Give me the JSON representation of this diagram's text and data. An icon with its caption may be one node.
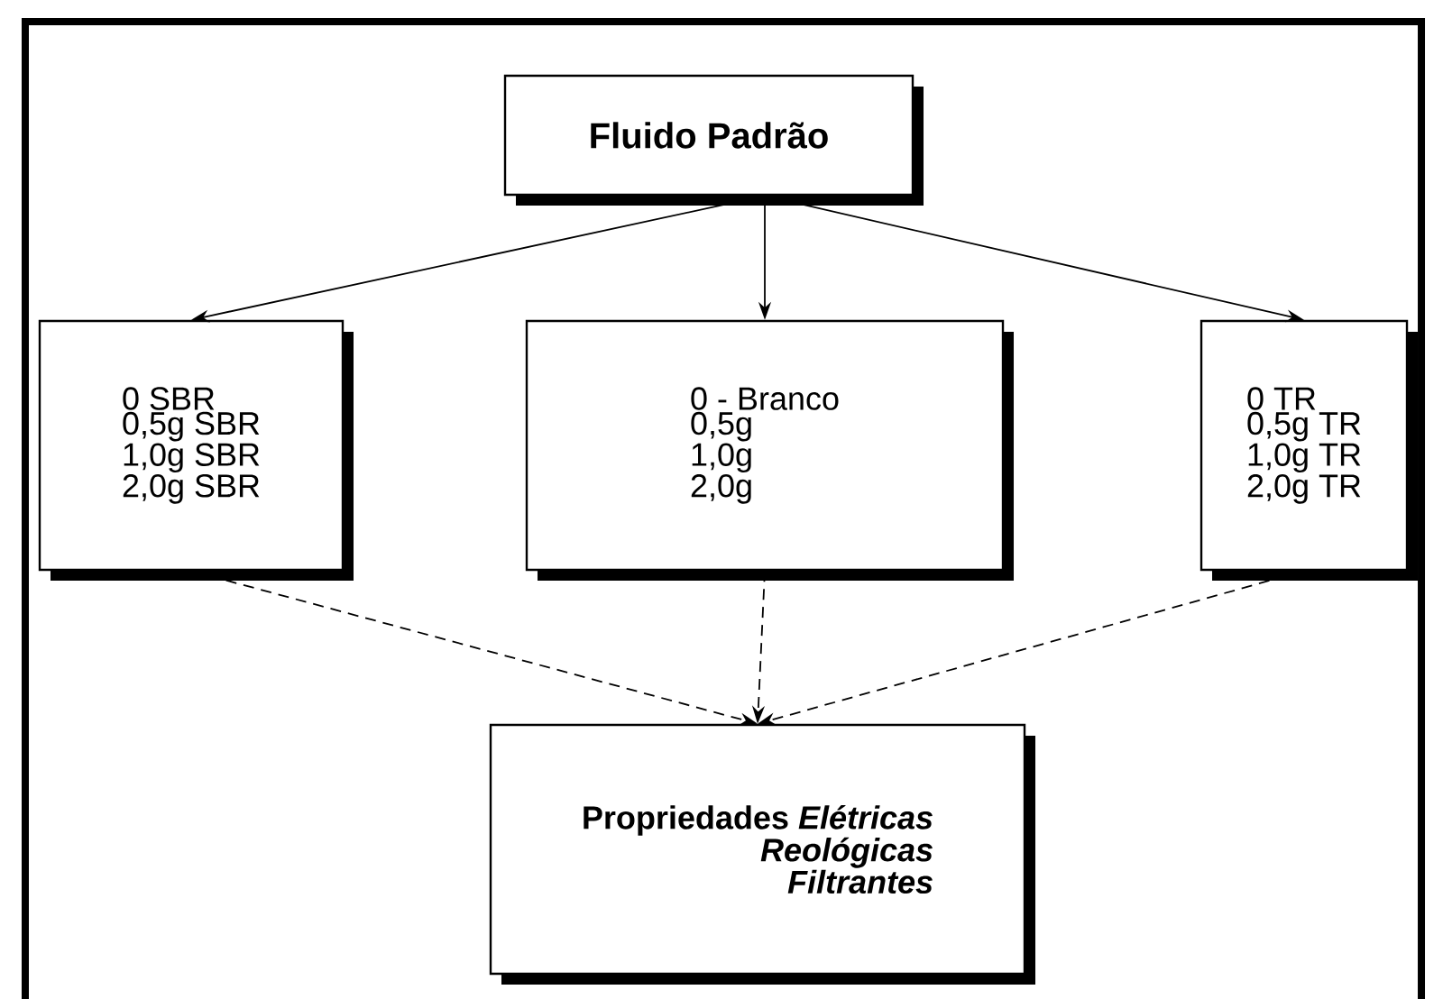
{
  "diagram": {
    "nodes": [
      {
        "text": [
          "Fluido Padrão"
        ]
      },
      {
        "text": [
          "0 SBR",
          "0,5g SBR",
          "1,0g SBR",
          "2,0g SBR"
        ]
      },
      {
        "text": [
          "0 - Branco",
          "0,5g",
          "1,0g",
          "2,0g"
        ]
      },
      {
        "text": [
          "0 TR",
          "0,5g TR",
          "1,0g TR",
          "2,0g TR"
        ]
      },
      {
        "text": [
          "Propriedades *Elétricas*",
          "Reológicas",
          "Filtrantes"
        ]
      }
    ],
    "edges": [
      {
        "from": 0,
        "to": 1,
        "arrow": "to"
      },
      {
        "from": 0,
        "to": 2,
        "arrow": "to"
      },
      {
        "from": 0,
        "to": 3,
        "arrow": "to"
      },
      {
        "from": 1,
        "to": 4,
        "arrow": "to",
        "style": "dashed"
      },
      {
        "from": 2,
        "to": 4,
        "arrow": "to",
        "style": "dashed"
      },
      {
        "from": 3,
        "to": 4,
        "arrow": "to",
        "style": "dashed"
      }
    ]
  }
}
